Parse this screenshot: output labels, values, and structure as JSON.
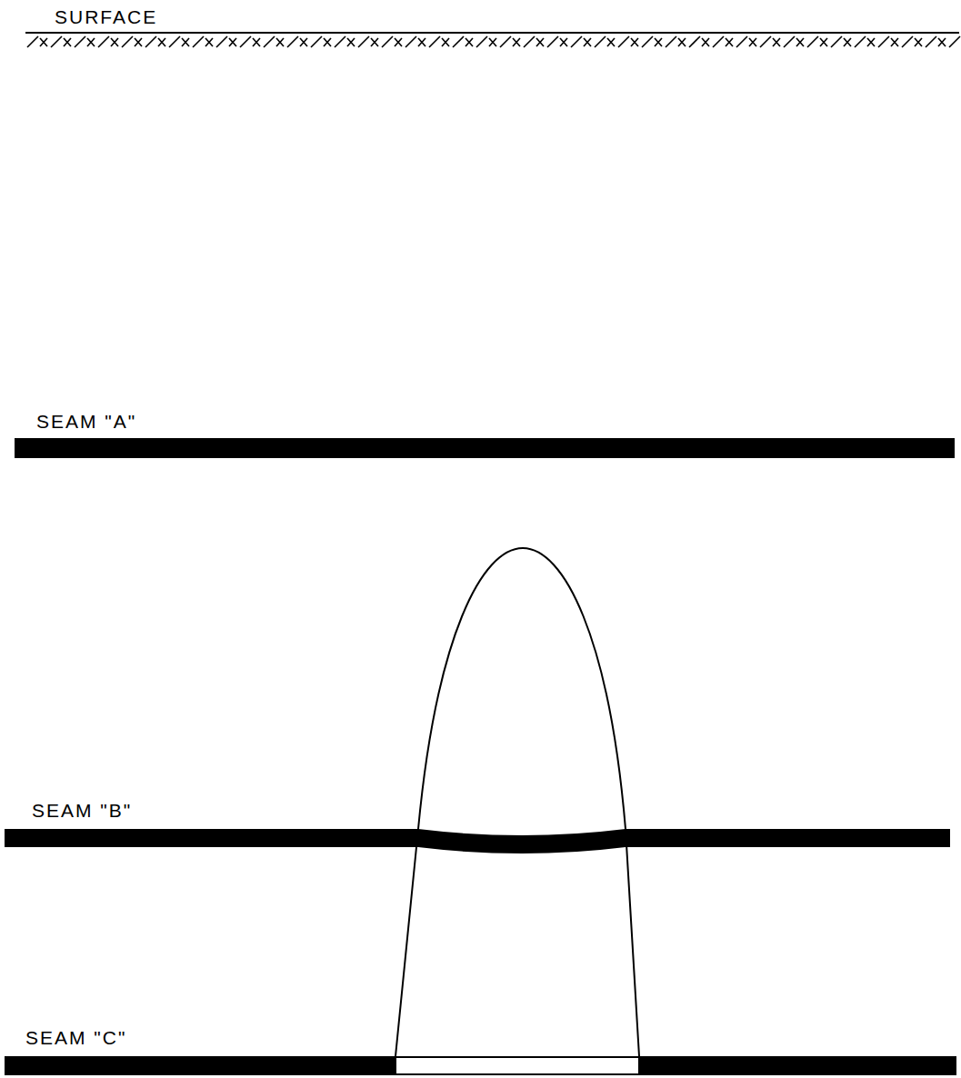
{
  "diagram": {
    "labels": [
      "SURFACE",
      "SEAM \"A\"",
      "SEAM \"B\"",
      "SEAM \"C\""
    ]
  }
}
